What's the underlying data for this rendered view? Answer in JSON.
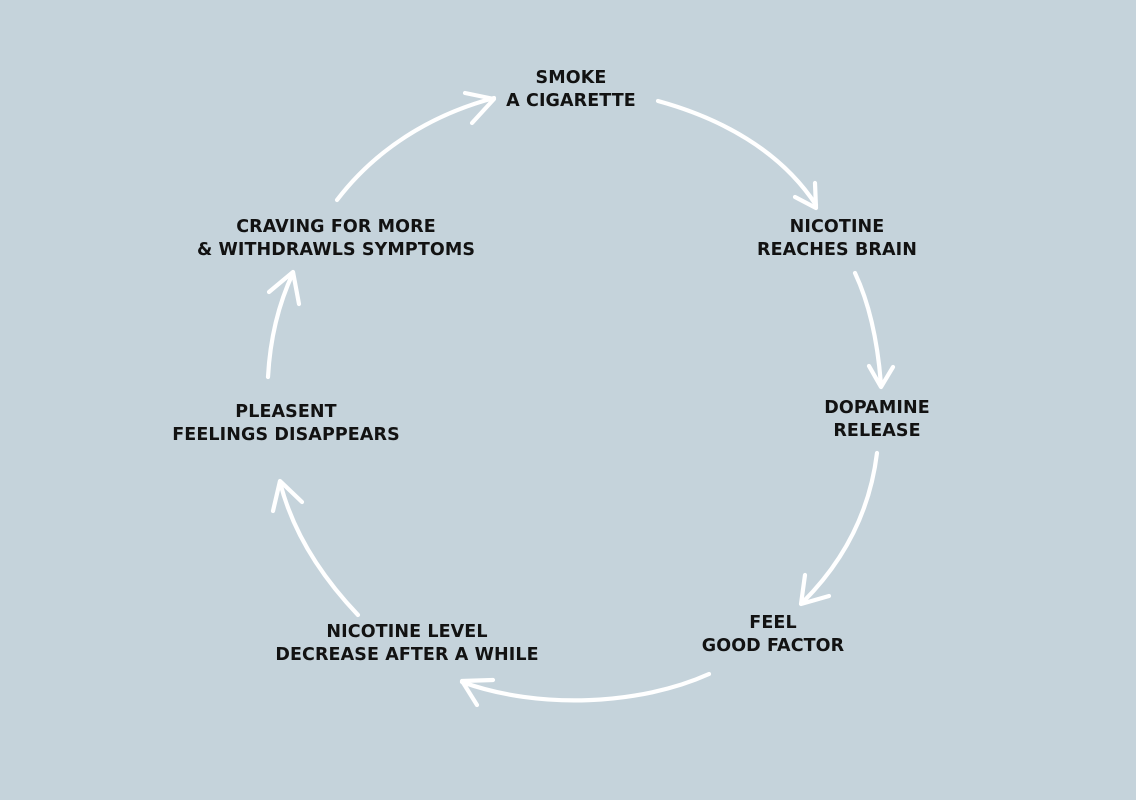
{
  "diagram": {
    "title": "Nicotine addiction cycle",
    "background_color": "#C5D3DB",
    "text_color": "#121212",
    "arrow_color": "#FFFFFF",
    "nodes": [
      {
        "id": "smoke",
        "line1": "SMOKE",
        "line2": "A CIGARETTE"
      },
      {
        "id": "nicotine-brain",
        "line1": "NICOTINE",
        "line2": "REACHES BRAIN"
      },
      {
        "id": "dopamine",
        "line1": "DOPAMINE",
        "line2": "RELEASE"
      },
      {
        "id": "feel-good",
        "line1": "FEEL",
        "line2": "GOOD FACTOR"
      },
      {
        "id": "nicotine-decrease",
        "line1": "NICOTINE LEVEL",
        "line2": "DECREASE AFTER A WHILE"
      },
      {
        "id": "pleasent",
        "line1": "PLEASENT",
        "line2": "FEELINGS DISAPPEARS"
      },
      {
        "id": "craving",
        "line1": "CRAVING FOR MORE",
        "line2": "& WITHDRAWLS SYMPTOMS"
      }
    ],
    "edges": [
      {
        "from": "smoke",
        "to": "nicotine-brain"
      },
      {
        "from": "nicotine-brain",
        "to": "dopamine"
      },
      {
        "from": "dopamine",
        "to": "feel-good"
      },
      {
        "from": "feel-good",
        "to": "nicotine-decrease"
      },
      {
        "from": "nicotine-decrease",
        "to": "pleasent"
      },
      {
        "from": "pleasent",
        "to": "craving"
      },
      {
        "from": "craving",
        "to": "smoke"
      }
    ]
  }
}
